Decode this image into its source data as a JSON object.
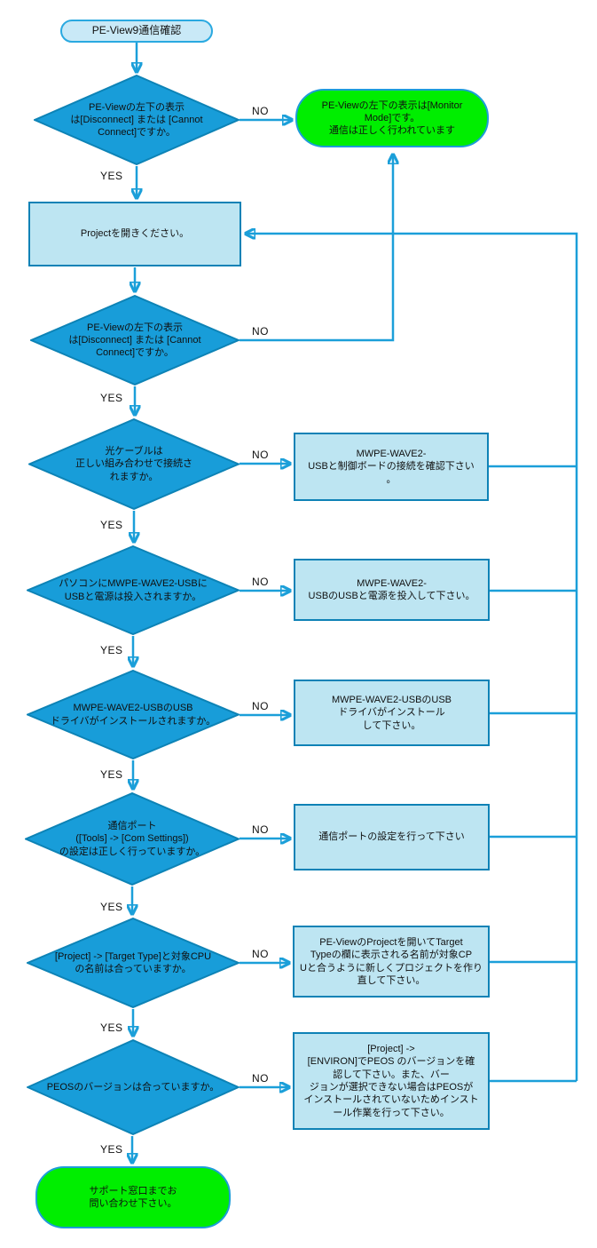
{
  "labels": {
    "yes": "YES",
    "no": "NO"
  },
  "colors": {
    "flow_accent": "#1B9FD9",
    "diamond_fill": "#189DD9",
    "diamond_border": "#0D83B6",
    "process_fill": "#BDE5F2",
    "process_border": "#0E82B6",
    "terminator_fill": "#C9E9F7",
    "terminator_border": "#2AA9E0",
    "success_fill": "#00EE00",
    "success_border": "#1E9CD8",
    "text": "#101010"
  },
  "nodes": {
    "start": {
      "type": "terminator",
      "text": "PE-View9通信確認"
    },
    "check_disconnect_1": {
      "type": "decision",
      "text": "PE-Viewの左下の表示\nは[Disconnect] または [Cannot\nConnect]ですか。"
    },
    "monitor_mode": {
      "type": "terminator-success",
      "text": "PE-Viewの左下の表示は[Monitor\nMode]です。\n通信は正しく行われています"
    },
    "open_project": {
      "type": "process",
      "text": "Projectを開きください。"
    },
    "check_disconnect_2": {
      "type": "decision",
      "text": "PE-Viewの左下の表示\nは[Disconnect] または [Cannot\nConnect]ですか。"
    },
    "check_cable": {
      "type": "decision",
      "text": "光ケーブルは\n正しい組み合わせで接続さ\nれますか。"
    },
    "fix_cable": {
      "type": "process",
      "text": "MWPE-WAVE2-\nUSBと制御ボードの接続を確認下さい\n。"
    },
    "check_power": {
      "type": "decision",
      "text": "パソコンにMWPE-WAVE2-USBに\nUSBと電源は投入されますか。"
    },
    "fix_power": {
      "type": "process",
      "text": "MWPE-WAVE2-\nUSBのUSBと電源を投入して下さい。"
    },
    "check_driver": {
      "type": "decision",
      "text": "MWPE-WAVE2-USBのUSB\nドライバがインストールされますか。"
    },
    "fix_driver": {
      "type": "process",
      "text": "MWPE-WAVE2-USBのUSB\nドライバがインストール\nして下さい。"
    },
    "check_comport": {
      "type": "decision",
      "text": "通信ポート\n([Tools] -> [Com Settings])\nの設定は正しく行っていますか。"
    },
    "fix_comport": {
      "type": "process",
      "text": "通信ポートの設定を行って下さい"
    },
    "check_target_type": {
      "type": "decision",
      "text": "[Project] -> [Target Type]と対象CPU\nの名前は合っていますか。"
    },
    "fix_target_type": {
      "type": "process",
      "text": "PE-ViewのProjectを開いてTarget\nTypeの欄に表示される名前が対象CP\nUと合うように新しくプロジェクトを作り\n直して下さい。"
    },
    "check_peos": {
      "type": "decision",
      "text": "PEOSのバージョンは合っていますか。"
    },
    "fix_peos": {
      "type": "process",
      "text": "[Project] ->\n[ENVIRON]でPEOS のバージョンを確\n認して下さい。また、バー\nジョンが選択できない場合はPEOSが\nインストールされていないためインスト\nール作業を行って下さい。"
    },
    "end_support": {
      "type": "terminator-success",
      "text": "サポート窓口までお\n問い合わせ下さい。"
    }
  }
}
